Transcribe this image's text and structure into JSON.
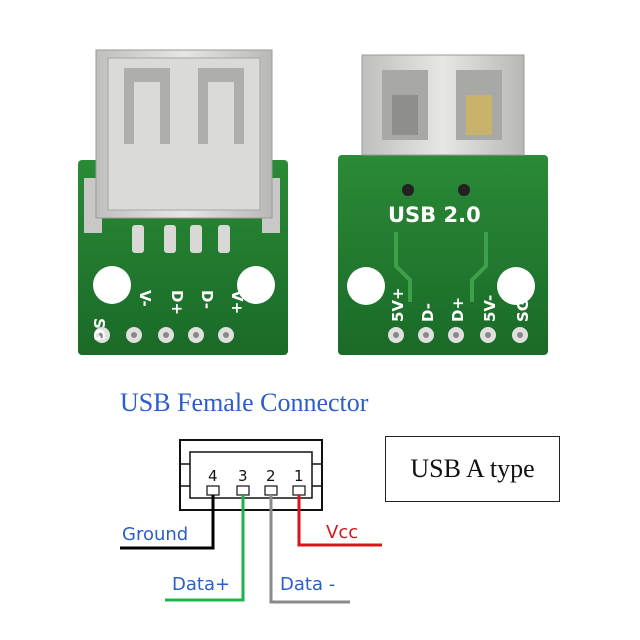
{
  "title": "USB Female Connector",
  "type_label": "USB A type",
  "left_board": {
    "pin_labels": [
      "SG",
      "V-",
      "D+",
      "D-",
      "V+"
    ]
  },
  "right_board": {
    "header": "USB 2.0",
    "pin_labels": [
      "5V+",
      "D-",
      "D+",
      "5V-",
      "SG"
    ]
  },
  "connector": {
    "pin_numbers": [
      "4",
      "3",
      "2",
      "1"
    ]
  },
  "wires": [
    {
      "label": "Ground",
      "color": "#000000",
      "label_color": "#2b5ec9"
    },
    {
      "label": "Data+",
      "color": "#1db34a",
      "label_color": "#2b5ec9"
    },
    {
      "label": "Data -",
      "color": "#8a8a8a",
      "label_color": "#2b5ec9"
    },
    {
      "label": "Vcc",
      "color": "#d9141b",
      "label_color": "#d9141b"
    }
  ],
  "colors": {
    "pcb_green": "#1f7a2e",
    "title_blue": "#2b5ec9",
    "metal": "#d2d2d0"
  }
}
